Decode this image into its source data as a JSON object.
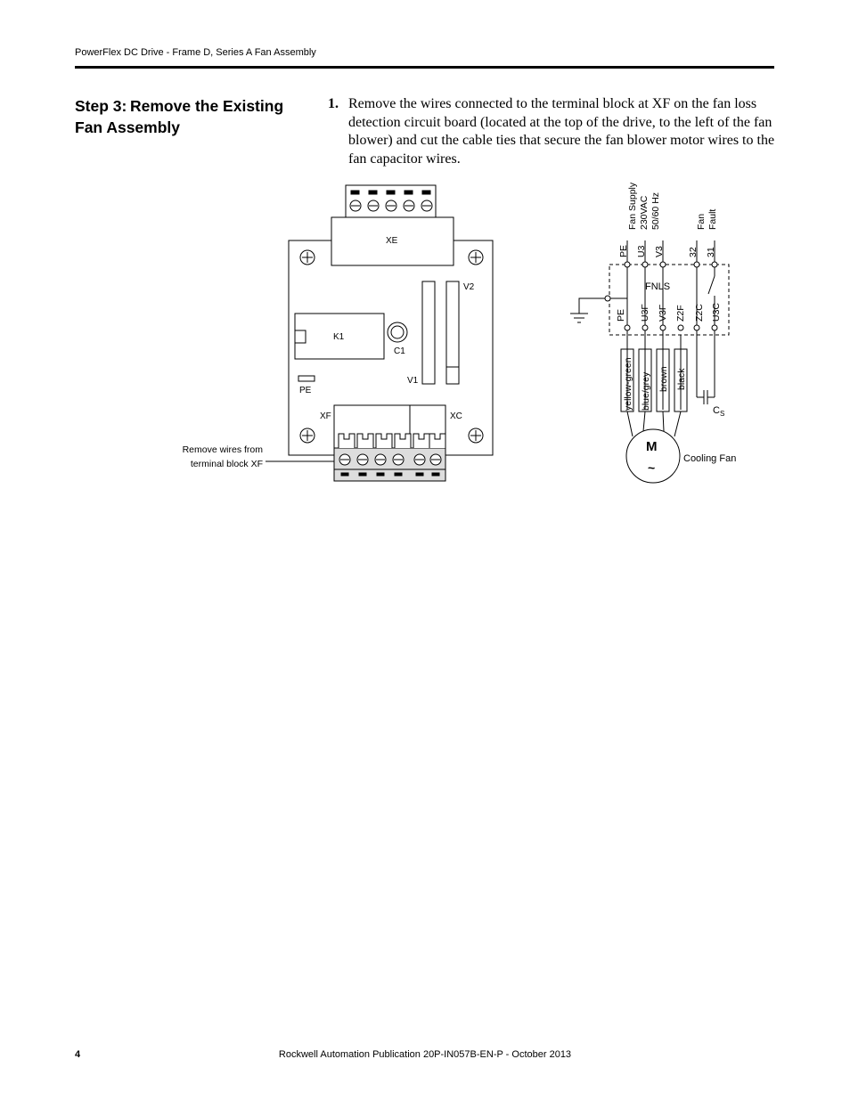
{
  "header": {
    "running_title": "PowerFlex DC Drive - Frame D, Series A Fan Assembly"
  },
  "step": {
    "number": "Step 3:",
    "title": "Remove the Existing Fan Assembly"
  },
  "instruction": {
    "number": "1.",
    "text": "Remove the wires connected to the terminal block at XF on the fan loss detection circuit board (located at the top of the drive, to the left of the fan blower) and cut the cable ties that secure the fan blower motor wires to the fan capacitor wires."
  },
  "board": {
    "xe": "XE",
    "k1": "K1",
    "c1": "C1",
    "pe": "PE",
    "v1": "V1",
    "v2": "V2",
    "xf": "XF",
    "xc": "XC",
    "callout_line1": "Remove wires from",
    "callout_line2": "terminal block XF"
  },
  "schematic": {
    "supply_line1": "Fan Supply",
    "supply_line2": "230VAC",
    "supply_line3": "50/60 Hz",
    "fault_line1": "Fan",
    "fault_line2": "Fault",
    "top_terminals": [
      "PE",
      "U3",
      "V3",
      "32",
      "31"
    ],
    "unit_label": "FNLS",
    "bottom_terminals": [
      "PE",
      "U3F",
      "V3F",
      "Z2F",
      "Z2C",
      "U3C"
    ],
    "wires": [
      "yellow-green",
      "blue/grey",
      "brown",
      "black"
    ],
    "capacitor": "C",
    "capacitor_sub": "S",
    "motor": "M",
    "motor_sym": "~",
    "fan_label": "Cooling Fan"
  },
  "footer": {
    "page_number": "4",
    "publication": "Rockwell Automation Publication 20P-IN057B-EN-P - October 2013"
  }
}
